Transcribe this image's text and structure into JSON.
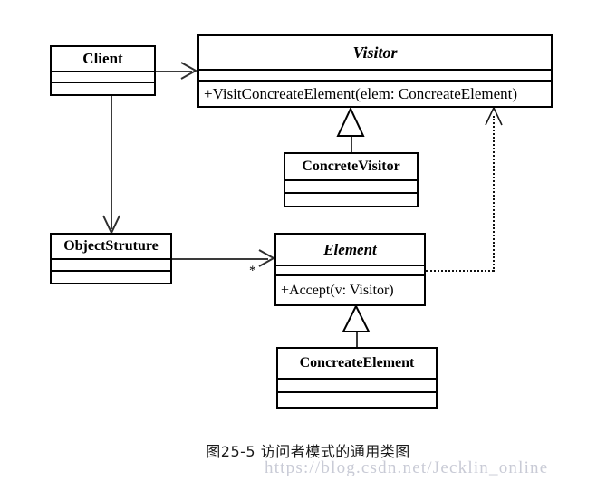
{
  "diagram": {
    "type": "uml-class-diagram",
    "caption": "图25-5 访问者模式的通用类图",
    "watermark": "https://blog.csdn.net/Jecklin_online",
    "colors": {
      "stroke": "#000000",
      "connector": "#3a3a3a",
      "background": "#ffffff",
      "caption_text": "#1a1a1a",
      "watermark_text": "#c9cbd6"
    },
    "classes": [
      {
        "id": "client",
        "name": "Client",
        "abstract": false,
        "attributes": [],
        "operations": []
      },
      {
        "id": "visitor",
        "name": "Visitor",
        "abstract": true,
        "attributes": [],
        "operations": [
          "+VisitConcreateElement(elem: ConcreateElement)"
        ]
      },
      {
        "id": "concrete-visitor",
        "name": "ConcreteVisitor",
        "abstract": false,
        "attributes": [],
        "operations": []
      },
      {
        "id": "object-struture",
        "name": "ObjectStruture",
        "abstract": false,
        "attributes": [],
        "operations": []
      },
      {
        "id": "element",
        "name": "Element",
        "abstract": true,
        "attributes": [],
        "operations": [
          "+Accept(v: Visitor)"
        ]
      },
      {
        "id": "concreate-element",
        "name": "ConcreateElement",
        "abstract": false,
        "attributes": [],
        "operations": []
      }
    ],
    "relations": [
      {
        "id": "client-to-visitor",
        "kind": "association",
        "from": "client",
        "to": "visitor",
        "arrow": "open",
        "label": ""
      },
      {
        "id": "client-to-objectstruture",
        "kind": "association",
        "from": "client",
        "to": "object-struture",
        "arrow": "open",
        "label": ""
      },
      {
        "id": "concretevisitor-to-visitor",
        "kind": "generalization",
        "from": "concrete-visitor",
        "to": "visitor",
        "arrow": "hollow-triangle",
        "label": ""
      },
      {
        "id": "objectstruture-to-element",
        "kind": "association",
        "from": "object-struture",
        "to": "element",
        "arrow": "open",
        "label": "*"
      },
      {
        "id": "concreateelement-to-element",
        "kind": "generalization",
        "from": "concreate-element",
        "to": "element",
        "arrow": "hollow-triangle",
        "label": ""
      },
      {
        "id": "element-to-visitor",
        "kind": "dependency",
        "from": "element",
        "to": "visitor",
        "arrow": "open-dashed",
        "label": ""
      }
    ]
  }
}
